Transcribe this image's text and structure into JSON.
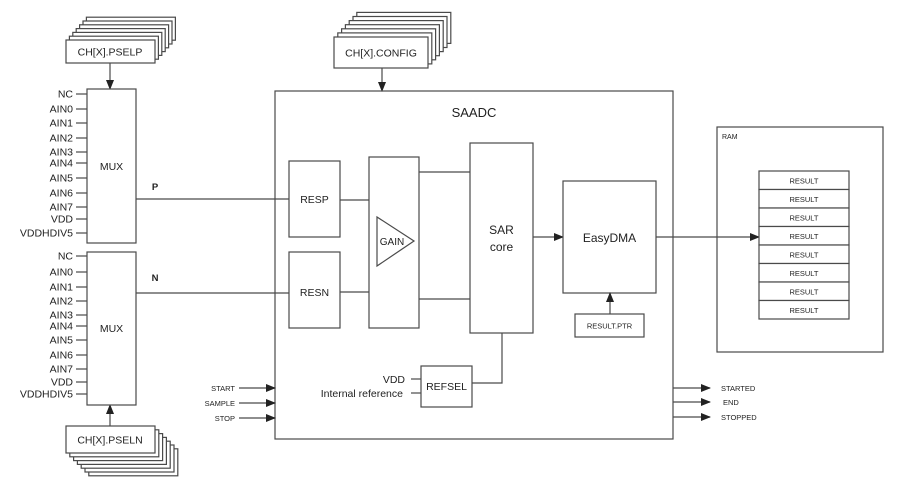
{
  "diagram": {
    "title": "SAADC",
    "mux_p": {
      "label": "MUX",
      "output_label": "P",
      "select_register": "CH[X].PSELP",
      "inputs": [
        "NC",
        "AIN0",
        "AIN1",
        "AIN2",
        "AIN3",
        "AIN4",
        "AIN5",
        "AIN6",
        "AIN7",
        "VDD",
        "VDDHDIV5"
      ]
    },
    "mux_n": {
      "label": "MUX",
      "output_label": "N",
      "select_register": "CH[X].PSELN",
      "inputs": [
        "NC",
        "AIN0",
        "AIN1",
        "AIN2",
        "AIN3",
        "AIN4",
        "AIN5",
        "AIN6",
        "AIN7",
        "VDD",
        "VDDHDIV5"
      ]
    },
    "config_register": "CH[X].CONFIG",
    "blocks": {
      "resp": "RESP",
      "resn": "RESN",
      "gain": "GAIN",
      "sar_line1": "SAR",
      "sar_line2": "core",
      "easydma": "EasyDMA",
      "result_ptr": "RESULT.PTR",
      "refsel": "REFSEL"
    },
    "refsel_inputs": [
      "VDD",
      "Internal reference"
    ],
    "tasks": [
      "START",
      "SAMPLE",
      "STOP"
    ],
    "events": [
      "STARTED",
      "END",
      "STOPPED"
    ],
    "ram": {
      "label": "RAM",
      "rows": [
        "RESULT",
        "RESULT",
        "RESULT",
        "RESULT",
        "RESULT",
        "RESULT",
        "RESULT",
        "RESULT"
      ]
    }
  }
}
